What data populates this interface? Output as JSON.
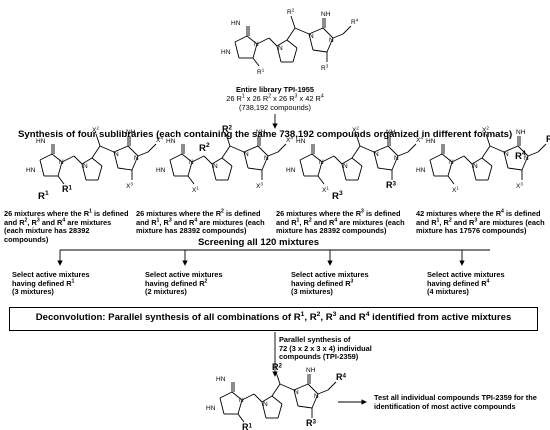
{
  "top": {
    "library_label": "Entire library TPI-1955",
    "formula": {
      "n1": "26",
      "r1": "1",
      "n2": "26",
      "r2": "2",
      "n3": "26",
      "r3": "3",
      "n4": "42",
      "r4": "4"
    },
    "count": "(738,192 compounds)"
  },
  "synthesis_heading": "Synthesis of four sublibraries (each containing the same 738,192 compounds organized in different formats)",
  "sublibraries": [
    {
      "bold_r": "R",
      "bold_sup": "1",
      "l1a": "26 mixtures where the R",
      "l1sup": "1",
      "l1b": " is defined",
      "l2a": "and R",
      "l2s1": "2",
      "l2b": ", R",
      "l2s2": "3",
      "l2c": " and R",
      "l2s3": "4",
      "l2d": " are mixtures",
      "l3": "(each mixture has 28392",
      "l4": "compounds)"
    },
    {
      "bold_r": "R",
      "bold_sup": "2",
      "l1a": "26 mixtures where the R",
      "l1sup": "2",
      "l1b": " is defined",
      "l2a": "and R",
      "l2s1": "1",
      "l2b": ", R",
      "l2s2": "3",
      "l2c": " and R",
      "l2s3": "4",
      "l2d": " are mixtures (each",
      "l3": "mixture has 28392 compounds)",
      "l4": ""
    },
    {
      "bold_r": "R",
      "bold_sup": "3",
      "l1a": "26 mixtures where the R",
      "l1sup": "3",
      "l1b": " is defined",
      "l2a": "and R",
      "l2s1": "1",
      "l2b": ", R",
      "l2s2": "2",
      "l2c": " and R",
      "l2s3": "4",
      "l2d": " are mixtures (each",
      "l3": "mixture has 28392 compounds)",
      "l4": ""
    },
    {
      "bold_r": "R",
      "bold_sup": "4",
      "l1a": "42 mixtures where the R",
      "l1sup": "4",
      "l1b": " is defined",
      "l2a": "and R",
      "l2s1": "1",
      "l2b": ", R",
      "l2s2": "2",
      "l2c": " and R",
      "l2s3": "3",
      "l2d": " are mixtures (each",
      "l3": "mixture has 17576 compounds)",
      "l4": ""
    }
  ],
  "screening_heading": "Screening all 120 mixtures",
  "selections": [
    {
      "l1": "Select active mixtures",
      "l2a": "having defined R",
      "l2sup": "1",
      "l3": "(3 mixtures)"
    },
    {
      "l1": "Select active mixtures",
      "l2a": "having defined R",
      "l2sup": "2",
      "l3": "(2 mixtures)"
    },
    {
      "l1": "Select active mixtures",
      "l2a": "having defined R",
      "l2sup": "3",
      "l3": "(3 mixtures)"
    },
    {
      "l1": "Select active mixtures",
      "l2a": "having defined R",
      "l2sup": "4",
      "l3": "(4 mixtures)"
    }
  ],
  "deconvolution": {
    "a": "Deconvolution: Parallel synthesis of all combinations of R",
    "s1": "1",
    "b": ", R",
    "s2": "2",
    "c": ", R",
    "s3": "3",
    "d": " and R",
    "s4": "4",
    "e": " identified from active mixtures"
  },
  "parallel": {
    "l1": "Parallel synthesis of",
    "l2": "72 (3 x 2 x 3 x 4) individual",
    "l3": "compounds (TPI-2359)"
  },
  "final_text": {
    "l1": "Test all individual compounds TPI-2359 for the",
    "l2": "identification of most active compounds"
  },
  "atoms": {
    "hn": "HN",
    "nh": "NH",
    "n": "N",
    "r": "R",
    "x": "X"
  }
}
